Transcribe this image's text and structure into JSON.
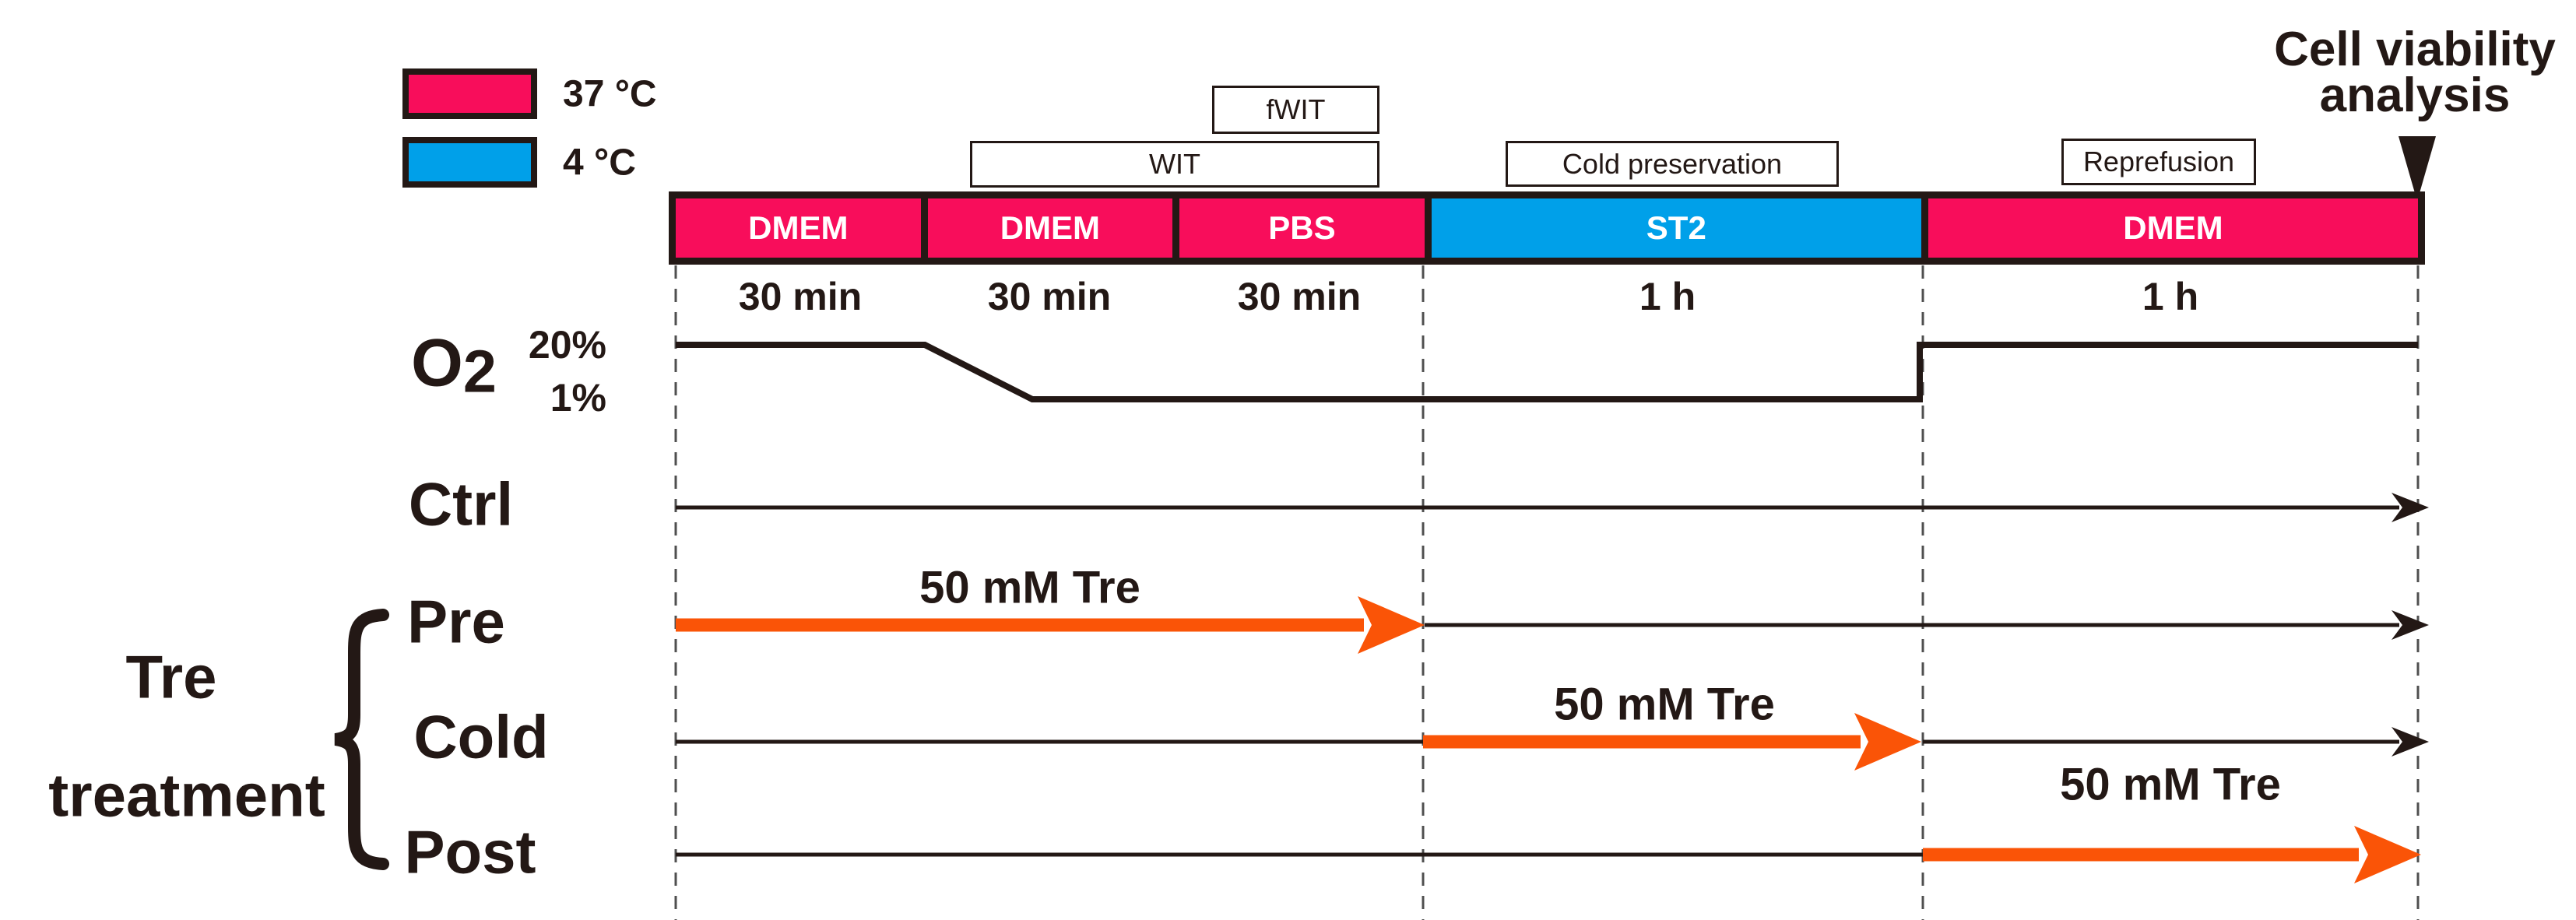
{
  "legend": {
    "hot": {
      "label": "37 °C",
      "color": "#f80d5b"
    },
    "cold": {
      "label": "4 °C",
      "color": "#00a0e9"
    }
  },
  "phase_labels": {
    "fwit": "fWIT",
    "wit": "WIT",
    "cold_preservation": "Cold preservation",
    "reperfusion": "Reprefusion"
  },
  "endpoint": {
    "line1": "Cell viability",
    "line2": "analysis"
  },
  "timeline": {
    "segments": [
      {
        "media": "DMEM",
        "duration": "30 min",
        "temperature": "37 °C"
      },
      {
        "media": "DMEM",
        "duration": "30 min",
        "temperature": "37 °C"
      },
      {
        "media": "PBS",
        "duration": "30 min",
        "temperature": "37 °C"
      },
      {
        "media": "ST2",
        "duration": "1 h",
        "temperature": "4 °C"
      },
      {
        "media": "DMEM",
        "duration": "1 h",
        "temperature": "37 °C"
      }
    ]
  },
  "oxygen": {
    "symbol": "O",
    "subscript": "2",
    "high_level": "20%",
    "low_level": "1%"
  },
  "rows": {
    "control": "Ctrl",
    "group_line1": "Tre",
    "group_line2": "treatment",
    "pre": "Pre",
    "cold": "Cold",
    "post": "Post"
  },
  "tre_arrows": {
    "pre": "50 mM Tre",
    "cold": "50 mM Tre",
    "post": "50 mM Tre"
  },
  "colors": {
    "hot": "#f80d5b",
    "cold": "#00a0e9",
    "tre_arrow": "#fa5407",
    "ink": "#231815",
    "dashed_line": "#4f4f4f"
  }
}
